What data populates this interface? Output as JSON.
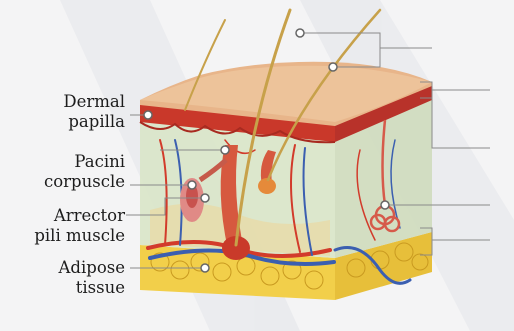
{
  "labels": {
    "dermal_papilla": [
      "Dermal",
      "papilla"
    ],
    "pacini_corpuscle": [
      "Pacini",
      "corpuscle"
    ],
    "arrector_pili_muscle": [
      "Arrector",
      "pili muscle"
    ],
    "adipose_tissue": [
      "Adipose",
      "tissue"
    ]
  },
  "colors": {
    "background": "#f4f4f5",
    "epidermis_top": "#e8b58a",
    "dermis": "#d9e6c8",
    "subcutis": "#f2cf4a",
    "artery": "#d23b2b",
    "vein": "#3b5fb0",
    "hair": "#c7a14a",
    "leader_line": "#8a8a8a",
    "watermark": "#e3e5ea"
  }
}
